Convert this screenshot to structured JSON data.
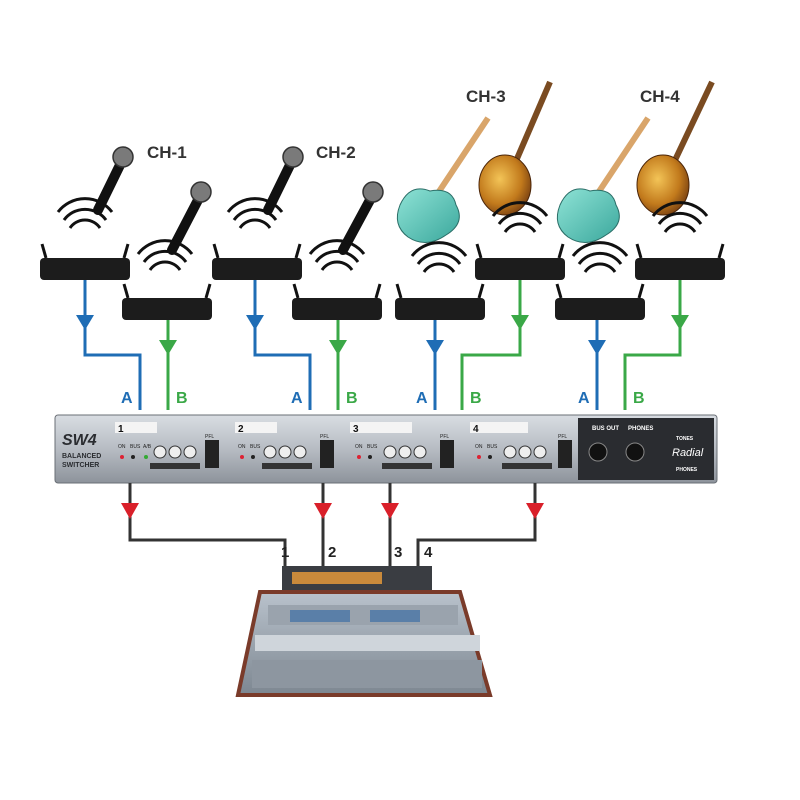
{
  "channels": [
    {
      "label": "CH-1"
    },
    {
      "label": "CH-2"
    },
    {
      "label": "CH-3"
    },
    {
      "label": "CH-4"
    }
  ],
  "inputs": {
    "a_label": "A",
    "b_label": "B"
  },
  "device": {
    "model": "SW4",
    "subtitle_line1": "BALANCED",
    "subtitle_line2": "SWITCHER",
    "brand": "Radial",
    "bus_out_label": "BUS OUT",
    "phones_label": "PHONES",
    "tones_label": "TONES",
    "phones_out_label": "PHONES",
    "channel_numbers": [
      "1",
      "2",
      "3",
      "4"
    ],
    "on_label": "ON",
    "bus_label": "BUS",
    "ab_label": "A/B",
    "pfl_label": "PFL"
  },
  "outputs": {
    "numbers": [
      "1",
      "2",
      "3",
      "4"
    ]
  },
  "colors": {
    "a_line": "#1f6db5",
    "b_line": "#3aa847",
    "out_arrow": "#d9202a",
    "cable": "#333333"
  }
}
